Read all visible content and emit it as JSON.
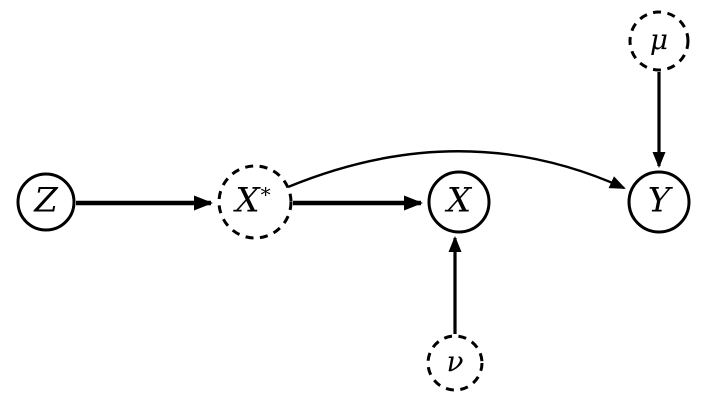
{
  "diagram": {
    "title": "causal-graph",
    "background_color": "#ffffff",
    "stroke_color": "#000000",
    "nodes": [
      {
        "id": "Z",
        "label": "Z",
        "border": "solid"
      },
      {
        "id": "Xstar",
        "label": "X",
        "label_sup": "*",
        "border": "dashed"
      },
      {
        "id": "X",
        "label": "X",
        "border": "solid"
      },
      {
        "id": "Y",
        "label": "Y",
        "border": "solid"
      },
      {
        "id": "mu",
        "label": "μ",
        "border": "dashed"
      },
      {
        "id": "nu",
        "label": "ν",
        "border": "dashed"
      }
    ],
    "edges": [
      {
        "from": "Z",
        "to": "X*",
        "shape": "straight",
        "weight": "thick"
      },
      {
        "from": "X*",
        "to": "X",
        "shape": "straight",
        "weight": "thick"
      },
      {
        "from": "X*",
        "to": "Y",
        "shape": "curved",
        "weight": "thin"
      },
      {
        "from": "mu",
        "to": "Y",
        "shape": "straight",
        "weight": "medium"
      },
      {
        "from": "nu",
        "to": "X",
        "shape": "straight",
        "weight": "medium"
      }
    ]
  }
}
